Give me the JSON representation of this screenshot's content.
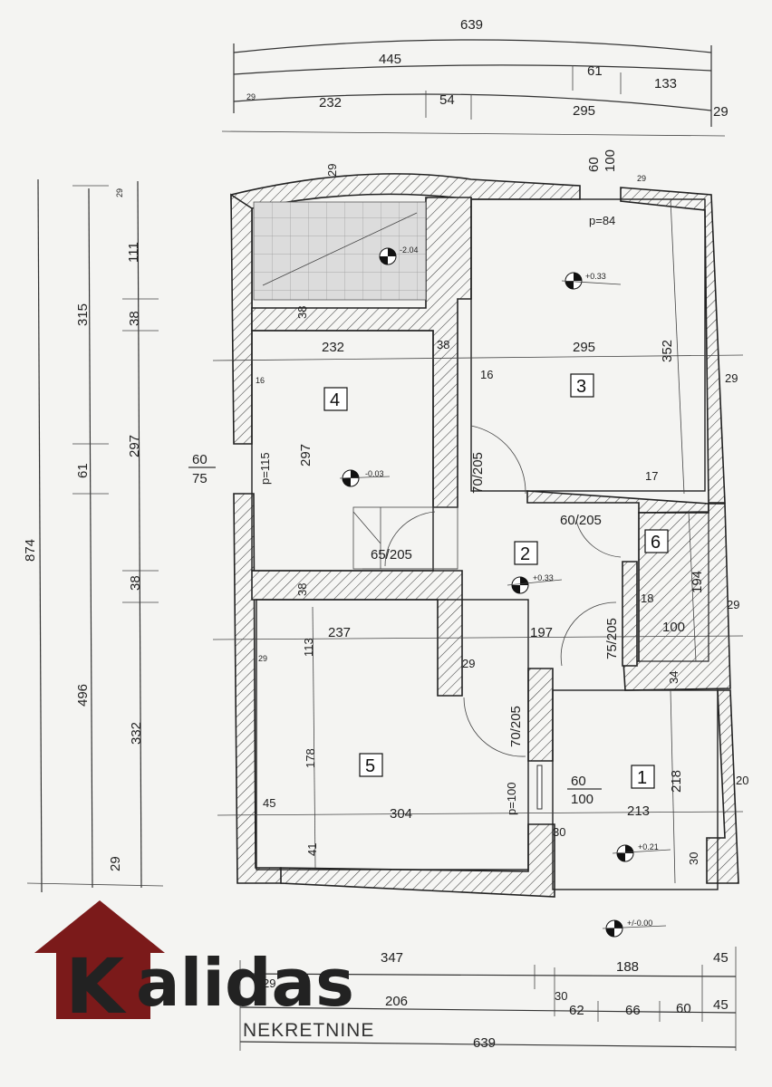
{
  "logo": {
    "name": "Kalidas",
    "subtitle": "NEKRETNINE",
    "colors": {
      "house": "#7b1a1a",
      "text": "#222222"
    }
  },
  "top_dims": {
    "total": "639",
    "a": "445",
    "b": "61",
    "c": "133",
    "d": "29",
    "e": "232",
    "f": "54",
    "g": "295",
    "h": "29"
  },
  "window_top": {
    "w": "60",
    "h": "100"
  },
  "left_dims": {
    "total": "874",
    "a": "315",
    "b": "61",
    "c": "496",
    "d": "29",
    "e": "111",
    "f": "38",
    "g": "297",
    "h": "38",
    "i": "332",
    "j": "29"
  },
  "window_left": {
    "w": "60",
    "h": "75"
  },
  "bottom_dims": {
    "a": "347",
    "b": "188",
    "c": "45",
    "d": "30",
    "e": "29",
    "f": "206",
    "g": "62",
    "h": "66",
    "i": "60",
    "j": "45",
    "total": "639"
  },
  "rooms": {
    "r1": {
      "num": "1",
      "w": "213",
      "h": "218",
      "level": "+0.21"
    },
    "r2": {
      "num": "2",
      "w": "197",
      "level": "+0.33"
    },
    "r3": {
      "num": "3",
      "w": "295",
      "h": "352",
      "level": "+0.33",
      "p": "p=84"
    },
    "r4": {
      "num": "4",
      "w": "232",
      "h": "297",
      "level": "-0.03",
      "p": "p=115"
    },
    "r5": {
      "num": "5",
      "w": "237",
      "w2": "304",
      "h": "113",
      "h2": "178",
      "h3": "41"
    },
    "r6": {
      "num": "6",
      "w": "100",
      "h": "194"
    }
  },
  "stair_level": "-2.04",
  "ground_level": "+/-0.00",
  "doors": {
    "d1": "70/205",
    "d2": "60/205",
    "d3": "65/205",
    "d4": "75/205",
    "d5": "70/205"
  },
  "window_r1": {
    "w": "60",
    "h": "100",
    "p": "p=100"
  },
  "inner_dims": {
    "w38a": "38",
    "w38b": "38",
    "w38c": "38",
    "w16": "16",
    "w17": "17",
    "w18": "18",
    "w29a": "29",
    "w29b": "29",
    "w29c": "29",
    "w29d": "29",
    "w29e": "29",
    "w34": "34",
    "w20": "20",
    "w30a": "30",
    "w30b": "30",
    "w45": "45",
    "w16b": "16",
    "w29f": "29"
  }
}
